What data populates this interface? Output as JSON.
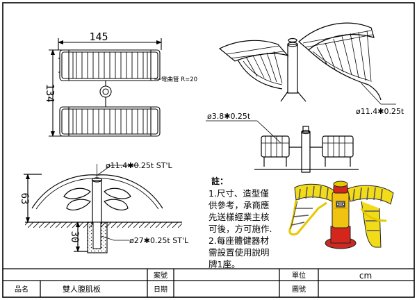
{
  "dimensions": {
    "width": "145",
    "height": "134",
    "pipe_radius": "彎曲管 R=20",
    "side_height": "63",
    "embed_depth": "30",
    "top_tube": "ø11.4✱0.25t ST'L",
    "post": "ø27✱0.25t ST'L",
    "small_tube": "ø3.8✱0.25t",
    "iso_tube": "ø11.4✱0.25t"
  },
  "notes": {
    "heading": "註：",
    "lines": [
      "1.尺寸、造型僅",
      "供參考，承商應",
      "先送樣經業主核",
      "可後，方可施作.",
      "2.每座體健器材",
      "需設置使用說明",
      "牌1座。"
    ]
  },
  "title_block": {
    "case_no_label": "案號",
    "unit_label": "單位",
    "unit_value": "cm",
    "name_label": "品名",
    "name_value": "雙人腹肌板",
    "date_label": "日期",
    "drawing_no_label": "圖號"
  },
  "colors": {
    "line": "#000000",
    "frame_yellow": "#f2dc1a",
    "post_yellow": "#f1c20f",
    "post_red": "#d4261d",
    "base_red": "#c92a22",
    "cap_gray": "#8a8a8a"
  }
}
